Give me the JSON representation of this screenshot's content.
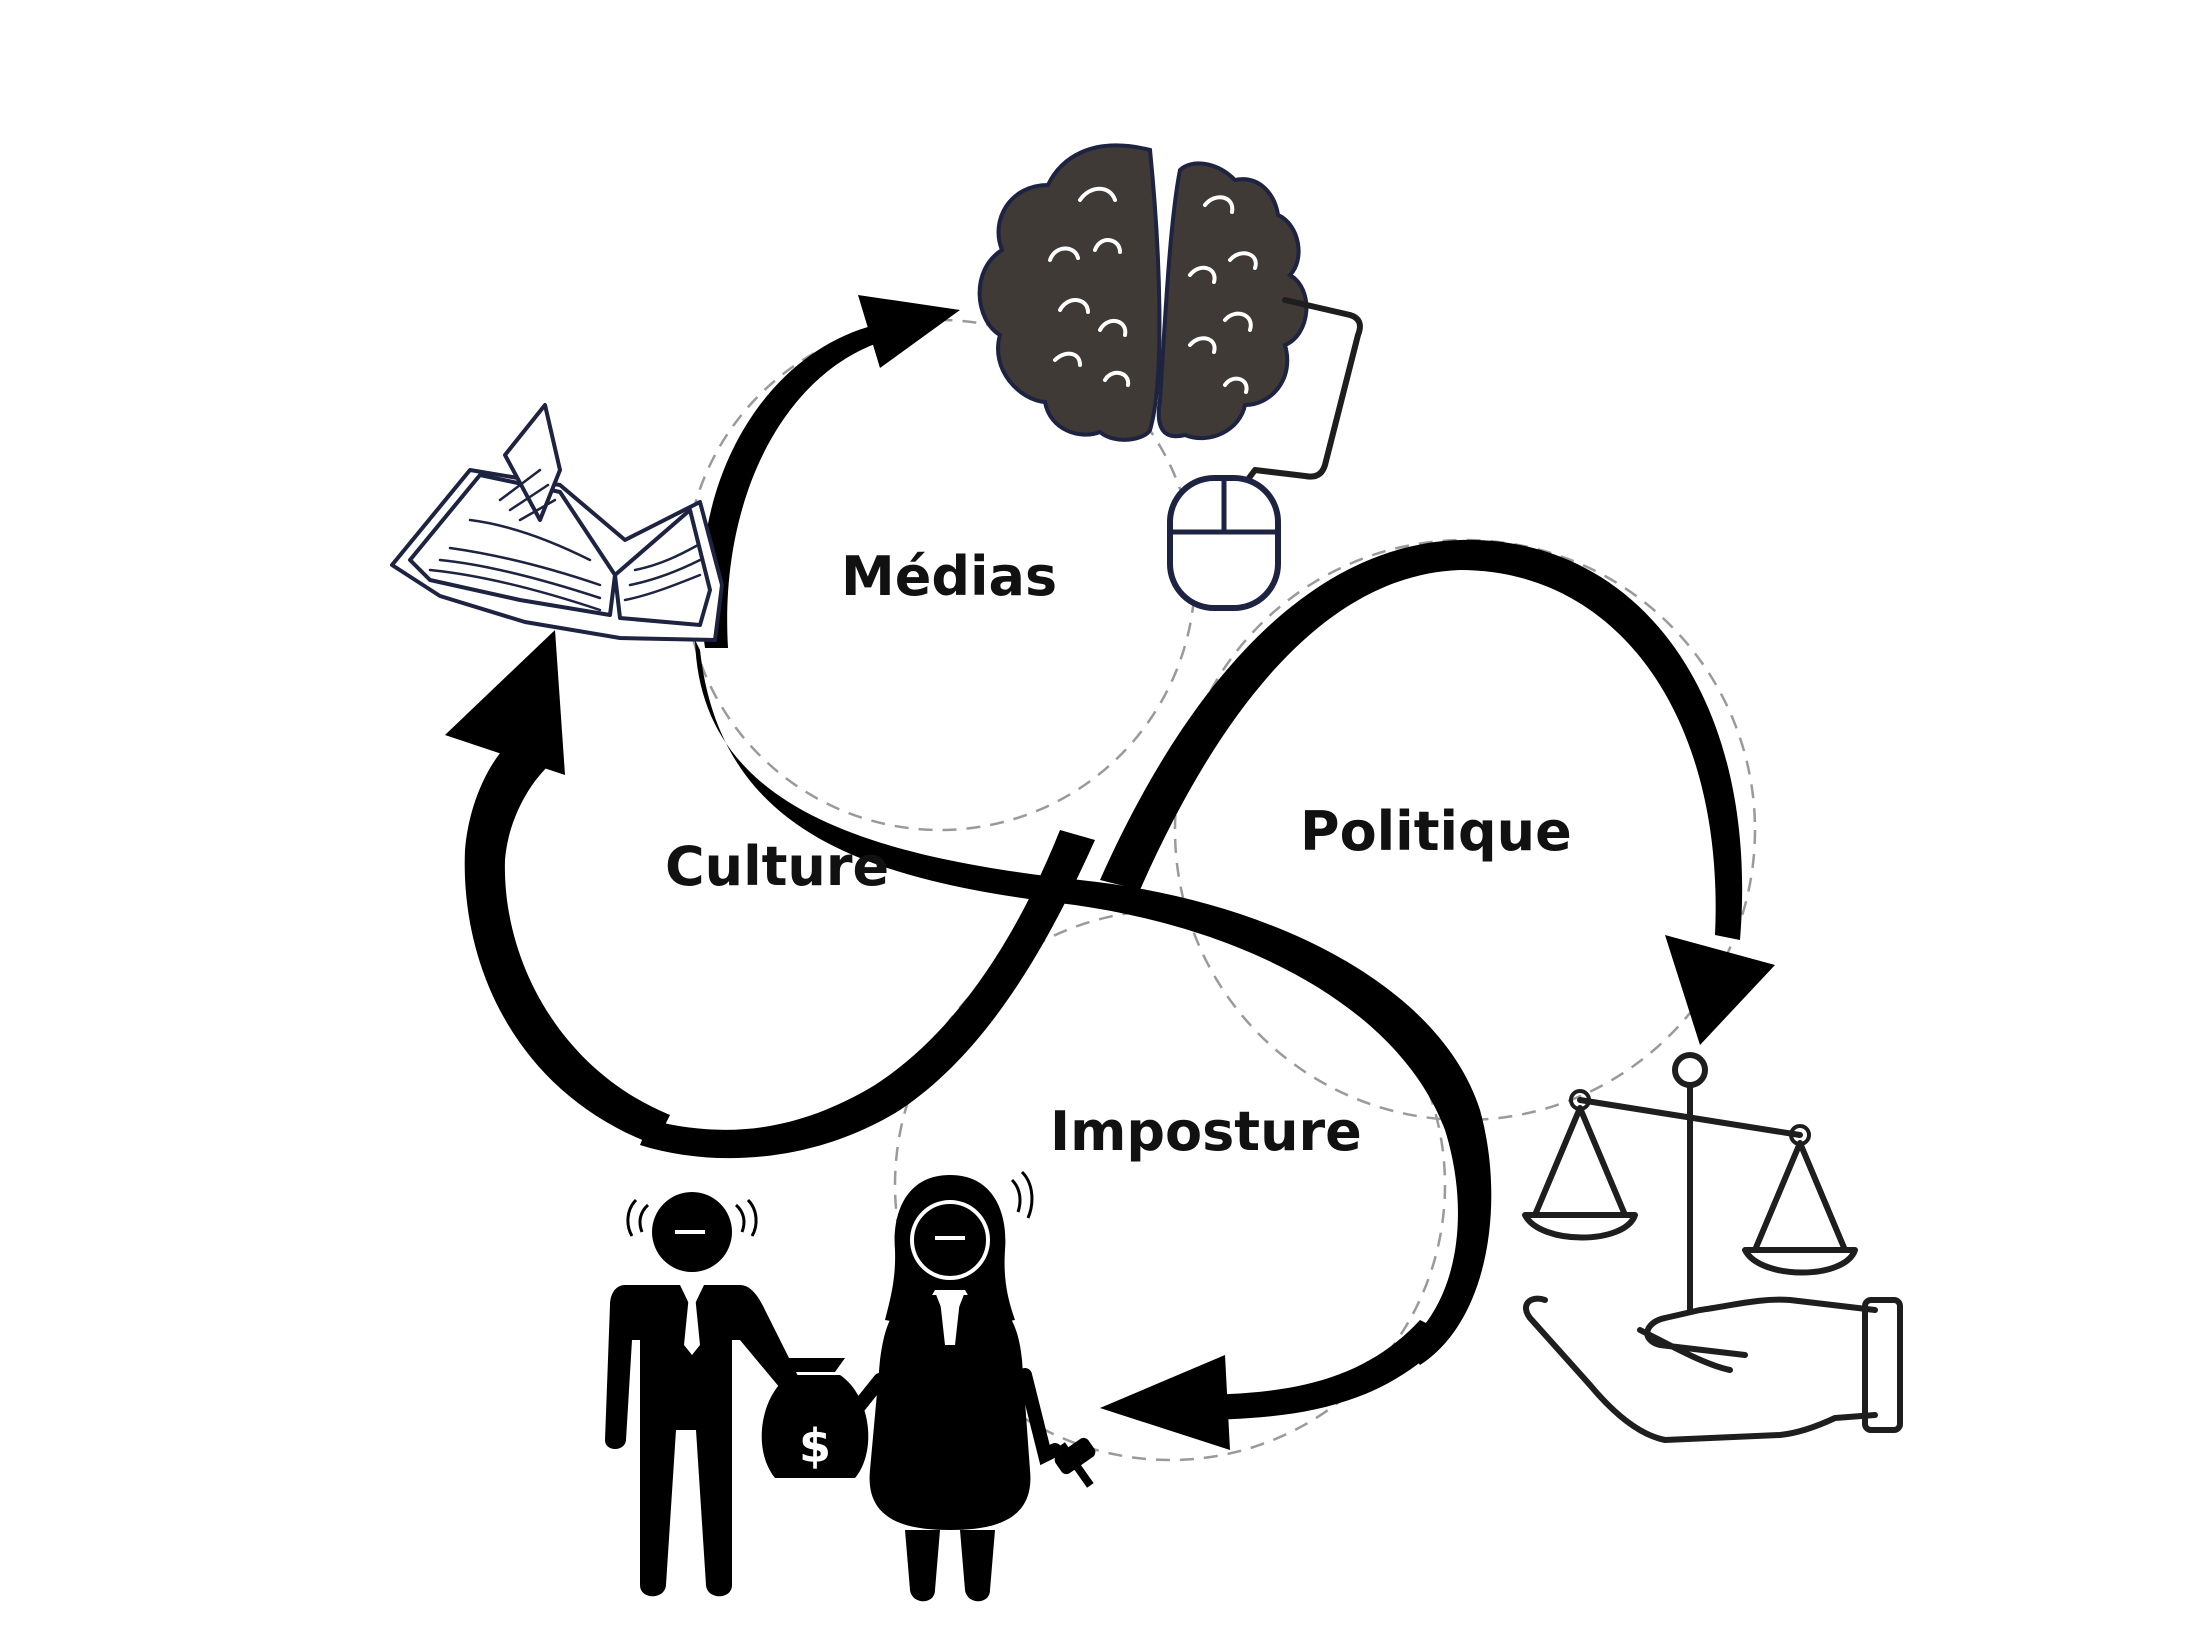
{
  "labels": {
    "medias": "Médias",
    "culture": "Culture",
    "politique": "Politique",
    "imposture": "Imposture"
  },
  "icons": {
    "book": "open-book-icon",
    "brain": "brain-with-computer-mouse-icon",
    "justice": "scales-of-justice-in-hand-icon",
    "corruption": "bribery-judge-and-businessman-icon",
    "money_bag_symbol": "$"
  },
  "colors": {
    "arrow": "#000000",
    "brain_fill": "#3f3a36",
    "outline": "#1d2340",
    "guide": "#9a9a9a",
    "background": "#ffffff"
  }
}
